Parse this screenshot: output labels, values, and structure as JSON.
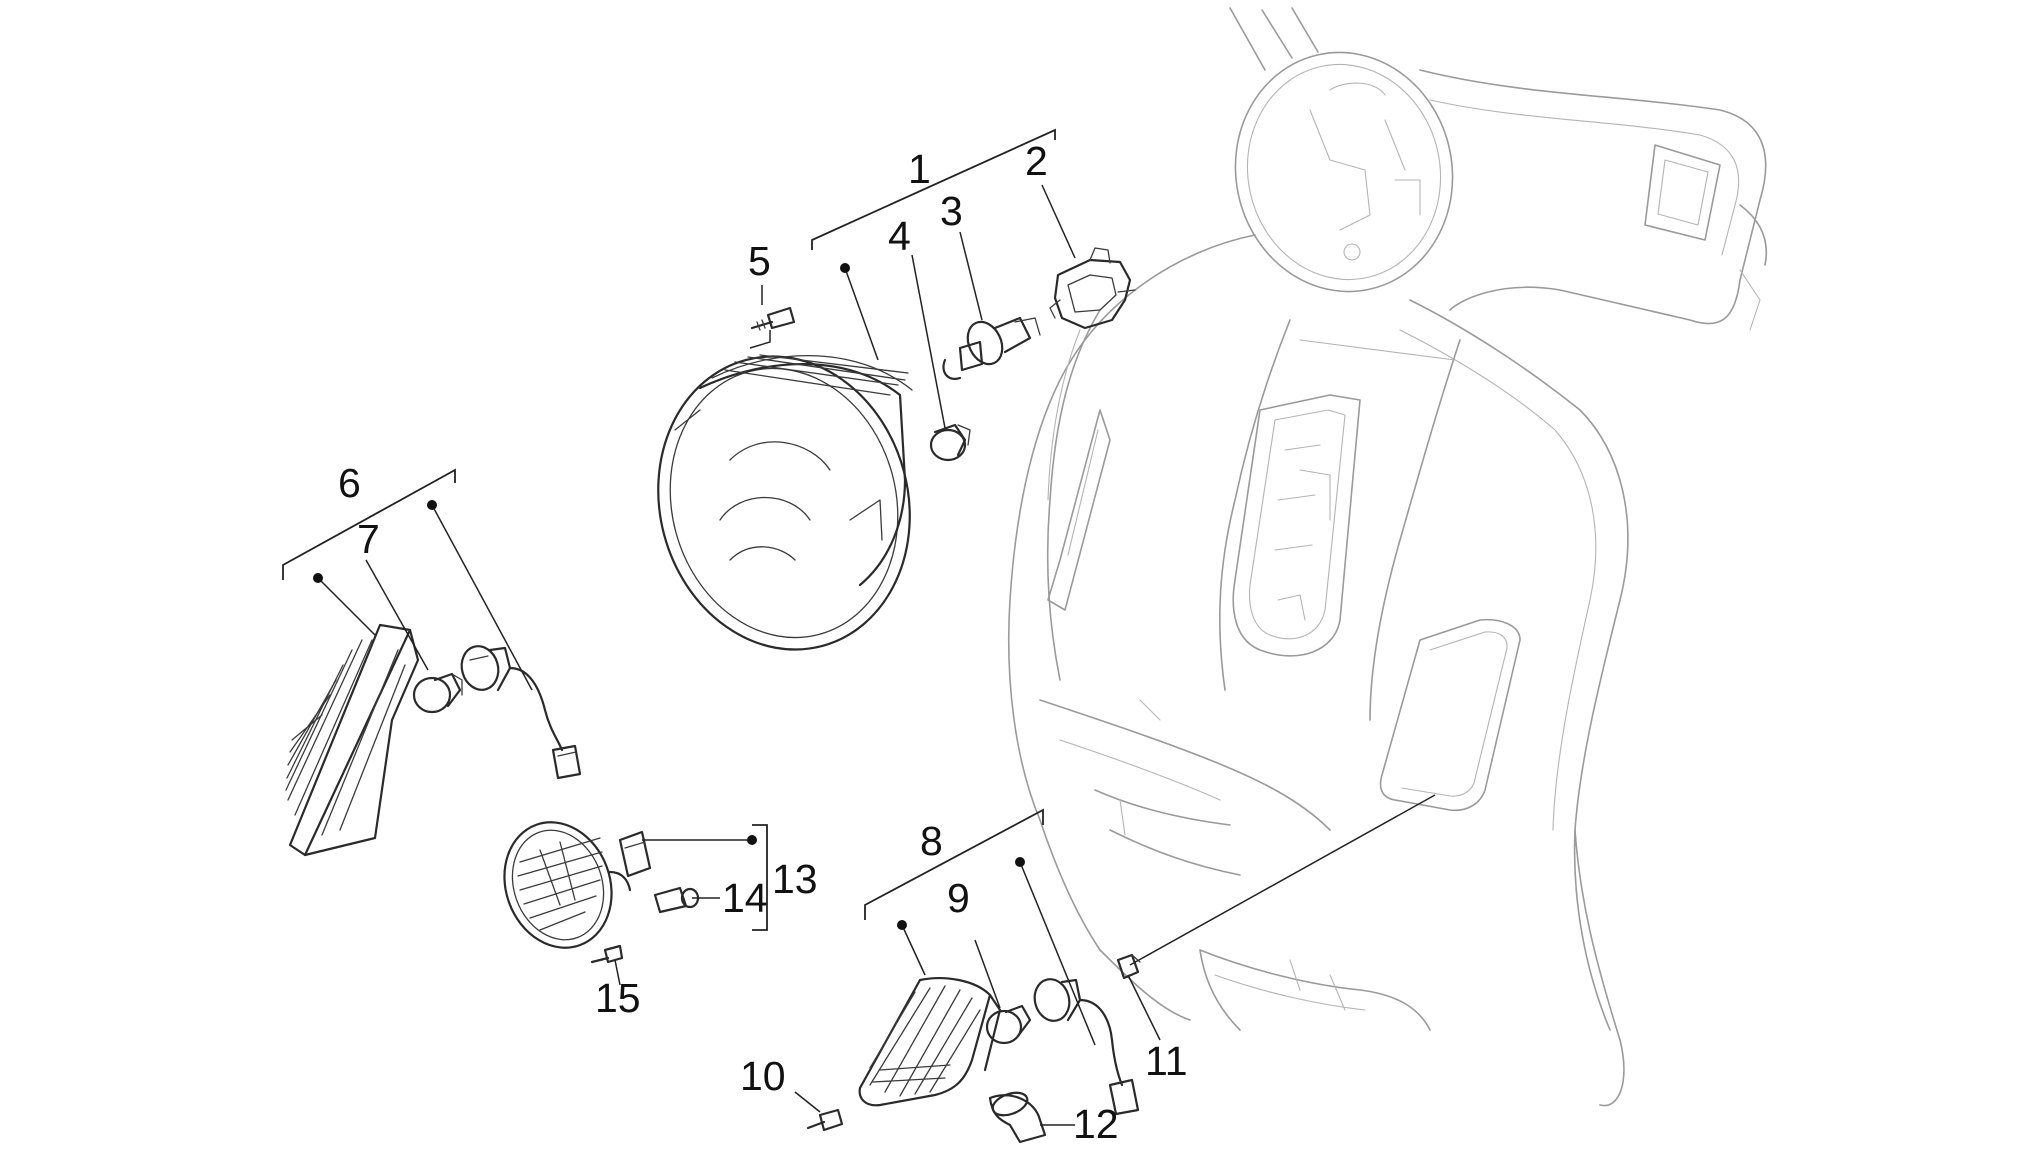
{
  "callouts": [
    {
      "n": "1"
    },
    {
      "n": "2"
    },
    {
      "n": "3"
    },
    {
      "n": "4"
    },
    {
      "n": "5"
    },
    {
      "n": "6"
    },
    {
      "n": "7"
    },
    {
      "n": "8"
    },
    {
      "n": "9"
    },
    {
      "n": "10"
    },
    {
      "n": "11"
    },
    {
      "n": "12"
    },
    {
      "n": "13"
    },
    {
      "n": "14"
    },
    {
      "n": "15"
    }
  ],
  "colors": {
    "line": "#2a2a2a",
    "ghost_line": "#9a9a9a",
    "background": "#ffffff"
  }
}
